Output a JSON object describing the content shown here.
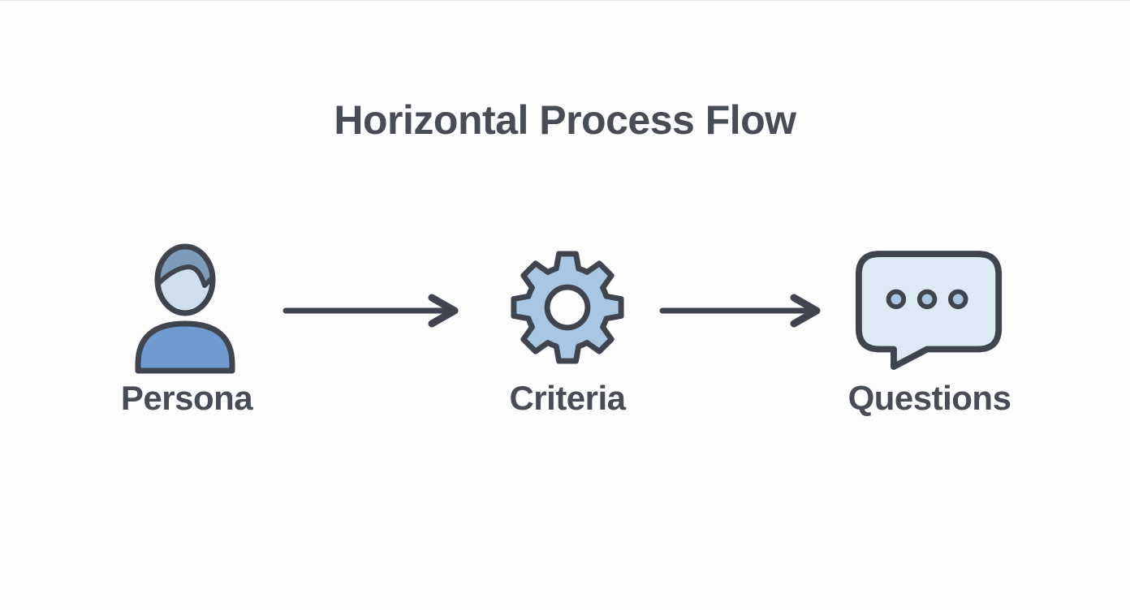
{
  "title": "Horizontal Process Flow",
  "steps": [
    {
      "id": "persona",
      "label": "Persona",
      "icon": "person-icon"
    },
    {
      "id": "criteria",
      "label": "Criteria",
      "icon": "gear-icon"
    },
    {
      "id": "questions",
      "label": "Questions",
      "icon": "speech-bubble-icon"
    }
  ],
  "arrows": [
    {
      "from": "Persona",
      "to": "Criteria"
    },
    {
      "from": "Criteria",
      "to": "Questions"
    }
  ],
  "colors": {
    "background": "#fdfdfd",
    "ink": "#3f444e",
    "text": "#474c55",
    "person_body": "#6f9bd0",
    "person_hair": "#7e9cba",
    "person_face": "#cfdfee",
    "gear_fill": "#a9c6e2",
    "bubble_fill": "#dde9f4",
    "dot_fill": "#a9c6e2"
  }
}
